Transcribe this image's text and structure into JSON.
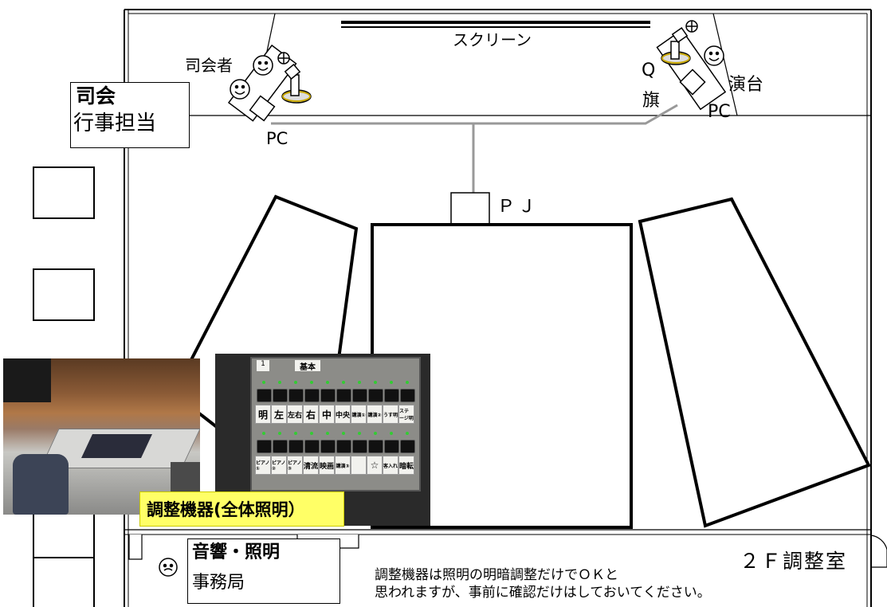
{
  "screen": {
    "label": "スクリーン"
  },
  "mc": {
    "label": "司会者",
    "pc_label": "PC"
  },
  "podium": {
    "q_label": "Q",
    "flag_label": "旗",
    "label": "演台",
    "pc_label": "PC"
  },
  "mc_box": {
    "title": "司会",
    "subtitle": "行事担当"
  },
  "projector": {
    "label": "ＰＪ"
  },
  "photo_caption": "調整機器(全体照明）",
  "panel": {
    "number": "1",
    "title": "基本",
    "row1": [
      "明",
      "左",
      "左右",
      "右",
      "中",
      "中央",
      "講演①",
      "講演②",
      "うす明",
      "ステージ明"
    ],
    "row2": [
      "ピアノ①",
      "ピアノ②",
      "ピアノ③",
      "清流",
      "映画",
      "講演③",
      "",
      "☆",
      "客入れ",
      "暗転"
    ]
  },
  "office_box": {
    "title": "音響・照明",
    "subtitle": "事務局"
  },
  "control_room": {
    "label": "２Ｆ調整室"
  },
  "note": {
    "line1": "調整機器は照明の明暗調整だけでＯＫと",
    "line2": "思われますが、事前に確認だけはしておいてください。"
  }
}
